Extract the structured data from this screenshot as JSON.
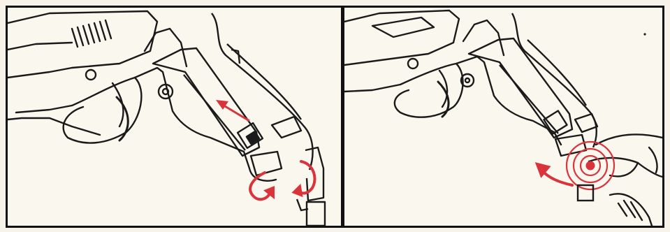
{
  "colors": {
    "line": "#1a1a1a",
    "paper": "#faf7ef",
    "accent_red": "#d9343c"
  },
  "panels": [
    {
      "icons": [
        "pistol-frame-illustration",
        "magazine-illustration",
        "push-arrow-icon",
        "rotate-arrow-icon",
        "latch-pin-illustration"
      ]
    },
    {
      "icons": [
        "pistol-frame-illustration",
        "magazine-illustration",
        "red-target-rings-icon",
        "hand-illustration",
        "rotate-arrow-icon"
      ]
    }
  ]
}
